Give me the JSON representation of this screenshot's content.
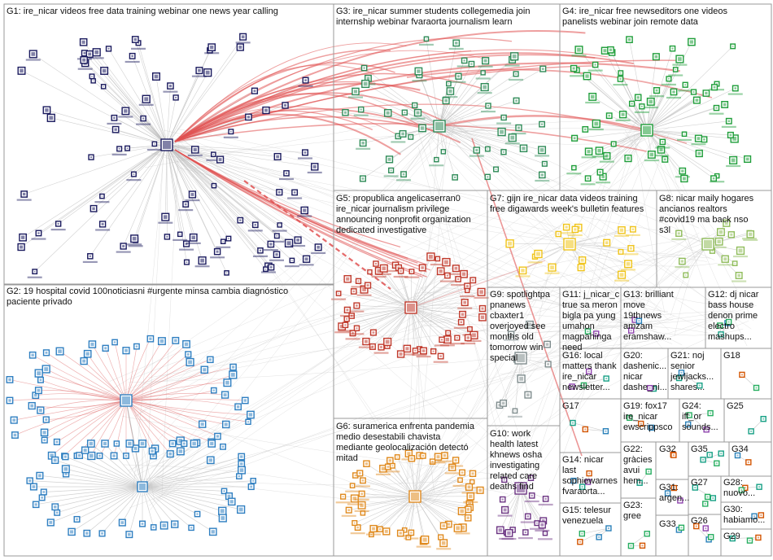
{
  "groups": [
    {
      "id": "G1",
      "label": "G1: ire_nicar videos free data training webinar one news year calling"
    },
    {
      "id": "G2",
      "label": "G2: 19 hospital covid 100noticiasni #urgente minsa cambia diagnóstico\npaciente privado"
    },
    {
      "id": "G3",
      "label": "G3: ire_nicar summer students collegemedia join\ninternship webinar fvaraorta journalism learn"
    },
    {
      "id": "G4",
      "label": "G4: ire_nicar free newseditors one videos\npanelists webinar join remote data"
    },
    {
      "id": "G5",
      "label": "G5: propublica angelicaserran0\nire_nicar journalism privilege\nannouncing nonprofit organization\ndedicated investigative"
    },
    {
      "id": "G6",
      "label": "G6: suramerica enfrenta pandemia\nmedio desestabili chavista\nmediante geolocalización detectó\nmitad"
    },
    {
      "id": "G7",
      "label": "G7: gijn ire_nicar data videos training\nfree digawards week's bulletin features"
    },
    {
      "id": "G8",
      "label": "G8: nicar maily hogares\nancianos realtors\n#covid19 ma back nso\ns3l"
    },
    {
      "id": "G9",
      "label": "G9: spotlightpa\npnanews\ncbaxter1\noverjoyed see\nmonths old\ntomorrow win\nspecial"
    },
    {
      "id": "G10",
      "label": "G10: work\nhealth latest\nkhnews osha\ninvestigating\nrelated care\ndeaths find"
    },
    {
      "id": "G11",
      "label": "G11: j_nicar_c\ntrue sa meron\nbigla pa yung\numahon\nmagpahinga need"
    },
    {
      "id": "G12",
      "label": "G12: dj nicar\nbass house\ndenon prime\nelectro\nmashups..."
    },
    {
      "id": "G13",
      "label": "G13: brilliant\nmove\n19thnews\namzam\neramshaw..."
    },
    {
      "id": "G14",
      "label": "G14: nicar\nlast\nsophiewarnes\nfvaraorta..."
    },
    {
      "id": "G15",
      "label": "G15: telesur\nvenezuela"
    },
    {
      "id": "G16",
      "label": "G16: local\nmatters thank\nire_nicar\nnewsletter..."
    },
    {
      "id": "G17",
      "label": "G17"
    },
    {
      "id": "G18",
      "label": "G18"
    },
    {
      "id": "G19",
      "label": "G19: fox17\nire_nicar\newscrippsco"
    },
    {
      "id": "G20",
      "label": "G20:\ndashenic...\nnicar\ndashe_ni..."
    },
    {
      "id": "G21",
      "label": "G21: noj\nsenior\njewljacks...\nshares..."
    },
    {
      "id": "G22",
      "label": "G22:\ngràcies\navui\nhem..."
    },
    {
      "id": "G23",
      "label": "G23:\ngree"
    },
    {
      "id": "G24",
      "label": "G24:\niff_or\nsounds..."
    },
    {
      "id": "G25",
      "label": "G25"
    },
    {
      "id": "G26",
      "label": "G26"
    },
    {
      "id": "G27",
      "label": "G27"
    },
    {
      "id": "G28",
      "label": "G28:\nnuovo..."
    },
    {
      "id": "G29",
      "label": "G29"
    },
    {
      "id": "G30",
      "label": "G30:\nhabiamo..."
    },
    {
      "id": "G31",
      "label": "G31:\nargen..."
    },
    {
      "id": "G32",
      "label": "G32"
    },
    {
      "id": "G33",
      "label": "G33"
    },
    {
      "id": "G34",
      "label": "G34"
    },
    {
      "id": "G35",
      "label": "G35"
    }
  ],
  "colors": {
    "G1": "#1a1a5e",
    "G2": "#2f7fc1",
    "G3": "#2e8b57",
    "G4": "#1f9e3a",
    "G5": "#c0392b",
    "G6": "#e08a1e",
    "G7": "#f0c419",
    "G8": "#8fbc5a",
    "G9": "#7f8c8d",
    "G10": "#6c3483",
    "G11": "#5dade2",
    "G12": "#b03a2e",
    "edge": "#bdbdbd",
    "strong_edge": "#e05050",
    "border": "#9a9a9a"
  }
}
